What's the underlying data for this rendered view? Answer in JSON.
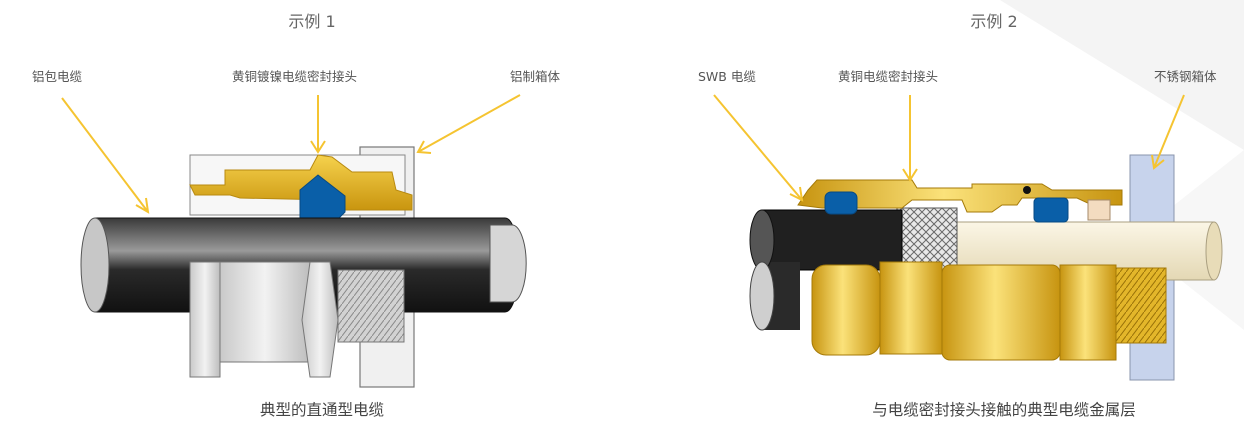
{
  "example_1": {
    "title": "示例 1",
    "labels": {
      "cable": "铝包电缆",
      "gland": "黄铜镀镍电缆密封接头",
      "enclosure": "铝制箱体"
    },
    "caption": "典型的直通型电缆"
  },
  "example_2": {
    "title": "示例 2",
    "labels": {
      "cable": "SWB 电缆",
      "gland": "黄铜电缆密封接头",
      "enclosure": "不锈钢箱体"
    },
    "caption": "与电缆密封接头接触的典型电缆金属层"
  },
  "colors": {
    "arrow": "#F5C431",
    "brass": "#E2B21C",
    "seal": "#0A5FA8",
    "nickel": "#D6D6D6",
    "steel": "#C7D3EC",
    "cable_sheath": "#202020",
    "inner_cable": "#F3EBD3"
  }
}
